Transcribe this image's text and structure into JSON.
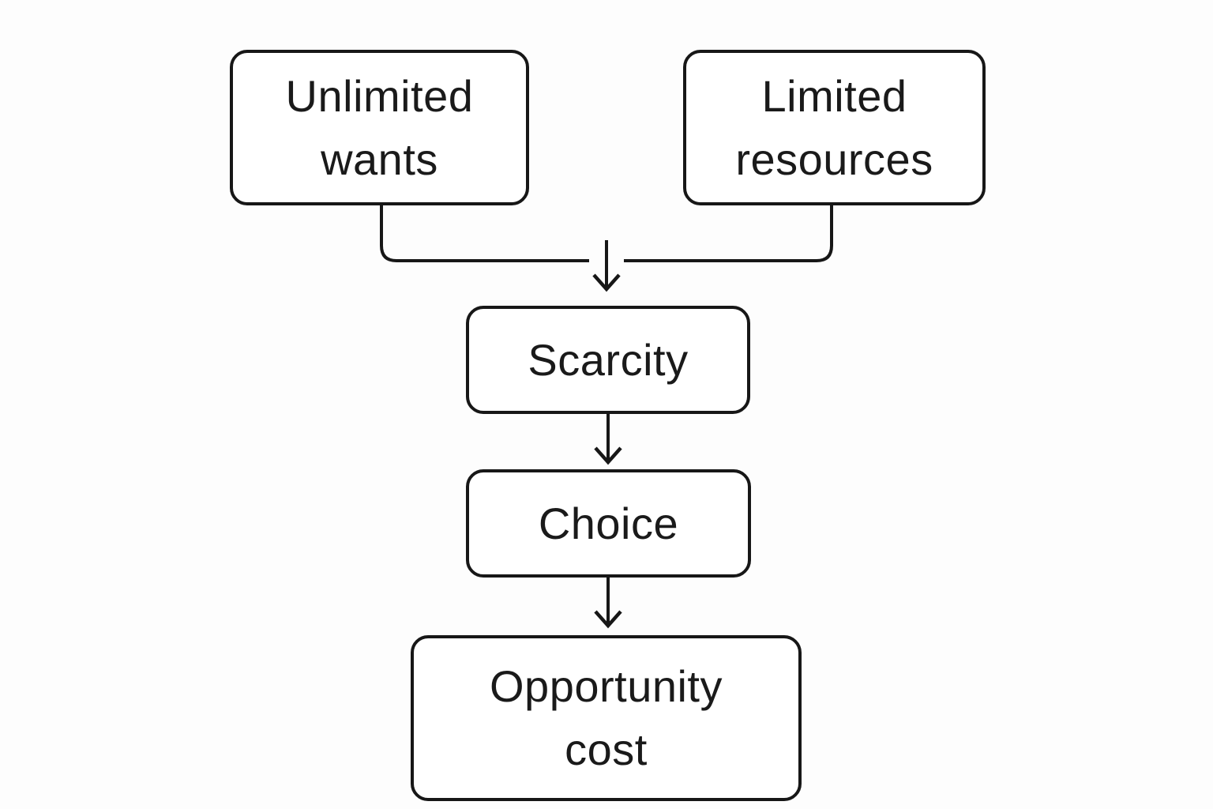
{
  "diagram": {
    "type": "flowchart",
    "colors": {
      "background": "#fdfdfd",
      "stroke": "#171717",
      "text": "#1a1a1a",
      "box_fill": "#ffffff"
    },
    "nodes": {
      "unlimited_wants": {
        "label": "Unlimited wants",
        "lines": [
          "Unlimited",
          "wants"
        ]
      },
      "limited_resources": {
        "label": "Limited resources",
        "lines": [
          "Limited",
          "resources"
        ]
      },
      "scarcity": {
        "label": "Scarcity",
        "lines": [
          "Scarcity"
        ]
      },
      "choice": {
        "label": "Choice",
        "lines": [
          "Choice"
        ]
      },
      "opportunity_cost": {
        "label": "Opportunity cost",
        "lines": [
          "Opportunity",
          "cost"
        ]
      }
    },
    "edges": [
      {
        "from": "unlimited_wants",
        "to": "scarcity"
      },
      {
        "from": "limited_resources",
        "to": "scarcity"
      },
      {
        "from": "scarcity",
        "to": "choice"
      },
      {
        "from": "choice",
        "to": "opportunity_cost"
      }
    ]
  }
}
